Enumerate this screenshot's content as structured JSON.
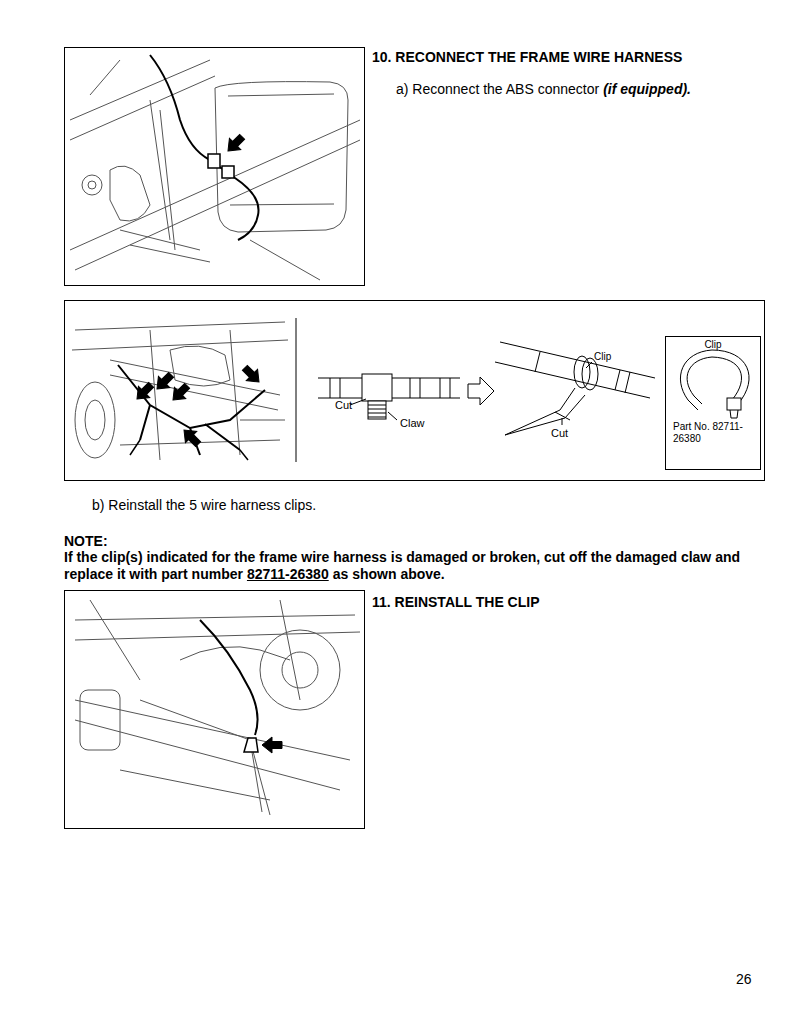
{
  "diagram": {
    "nodes": [
      {
        "text": [
          "Clip",
          "Part No. 82711-26380"
        ]
      }
    ],
    "labels": [
      "10. RECONNECT THE FRAME WIRE HARNESS",
      "a) Reconnect the ABS connector",
      "(if equipped).",
      "Cut",
      "Claw",
      "Clip",
      "Cut",
      "b) Reinstall the 5 wire harness clips.",
      "NOTE:",
      "If the clip(s) indicated for the frame wire harness is damaged or broken, cut off the damaged claw and replace it with part number",
      "82711-26380",
      "as shown above.",
      "11. REINSTALL THE CLIP",
      "26"
    ]
  }
}
